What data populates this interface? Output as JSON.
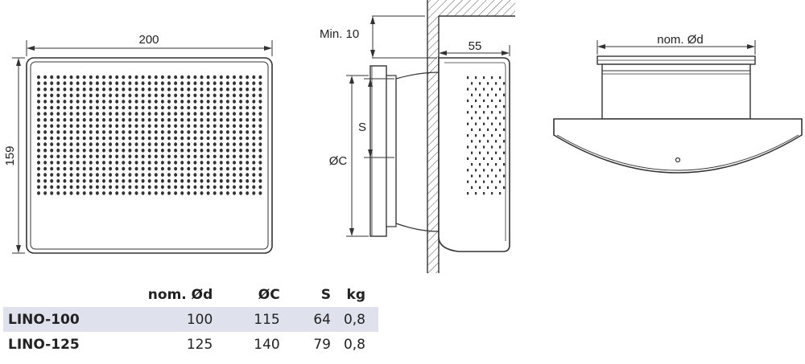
{
  "front_view": {
    "width_label": "200",
    "height_label": "159"
  },
  "side_view": {
    "min_label": "Min. 10",
    "depth_label": "55",
    "s_label": "S",
    "c_label": "ØC"
  },
  "top_view": {
    "d_label": "nom. Ød"
  },
  "table": {
    "headers": [
      "",
      "nom. Ød",
      "ØC",
      "S",
      "kg"
    ],
    "rows": [
      [
        "LINO-100",
        "100",
        "115",
        "64",
        "0,8"
      ],
      [
        "LINO-125",
        "125",
        "140",
        "79",
        "0,8"
      ]
    ]
  },
  "colors": {
    "line": "#333333",
    "row_highlight": "#dfe1ec"
  }
}
